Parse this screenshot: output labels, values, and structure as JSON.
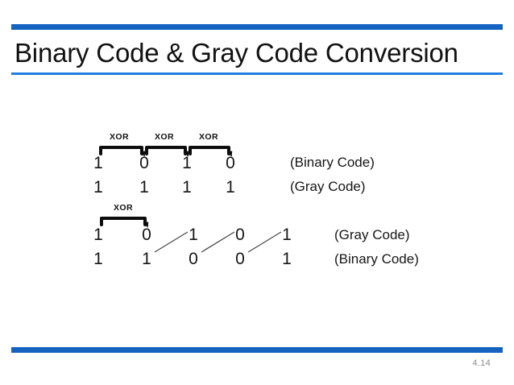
{
  "slide": {
    "title": "Binary Code & Gray Code Conversion",
    "page_number": "4.14",
    "accent_color": "#1563c0",
    "accent_color_light": "#1f7ce0",
    "page_number_color": "#8d8d8d"
  },
  "conversion": {
    "binary_to_gray": {
      "operator_label": "XOR",
      "operators": [
        "XOR",
        "XOR",
        "XOR"
      ],
      "rows": [
        {
          "label": "(Binary Code)",
          "digits": [
            "1",
            "0",
            "1",
            "0"
          ]
        },
        {
          "label": "(Gray Code)",
          "digits": [
            "1",
            "1",
            "1",
            "1"
          ]
        }
      ]
    },
    "gray_to_binary": {
      "operator_label": "XOR",
      "operators": [
        "XOR"
      ],
      "rows": [
        {
          "label": "(Gray Code)",
          "digits": [
            "1",
            "0",
            "1",
            "0",
            "1"
          ]
        },
        {
          "label": "(Binary Code)",
          "digits": [
            "1",
            "1",
            "0",
            "0",
            "1"
          ]
        }
      ]
    }
  }
}
